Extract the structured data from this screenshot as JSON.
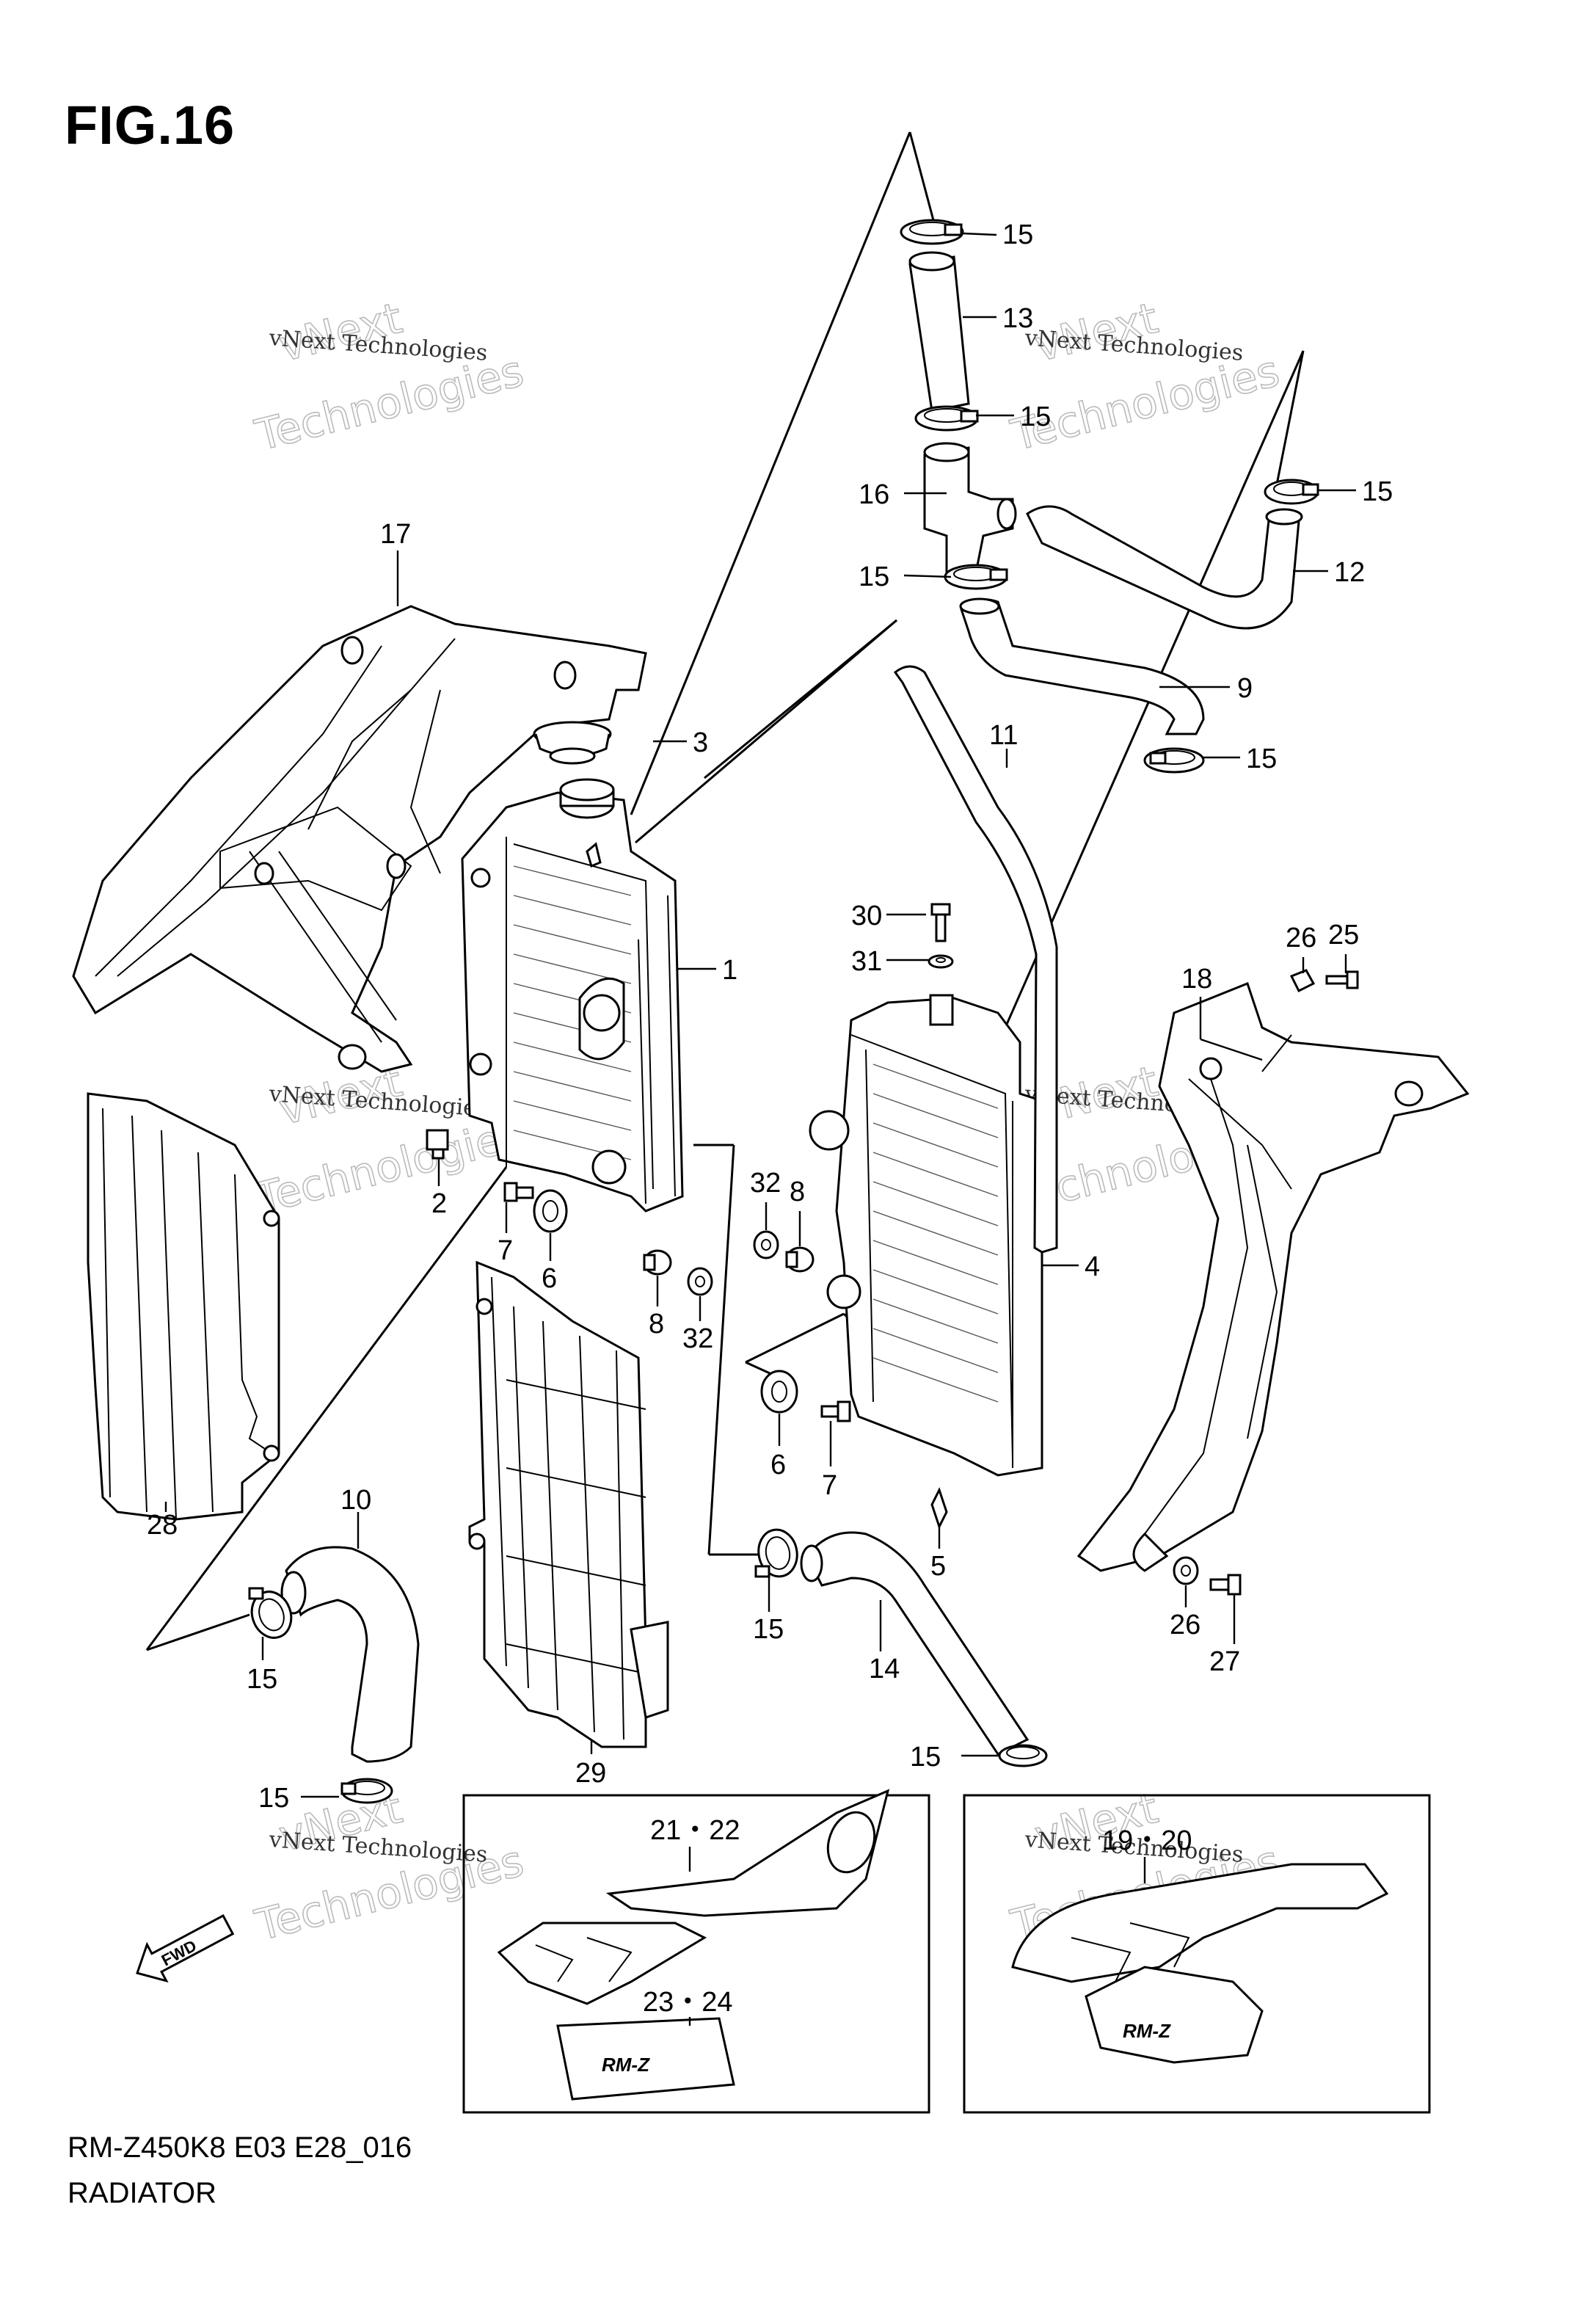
{
  "header": {
    "title": "FIG.16"
  },
  "footer": {
    "code": "RM-Z450K8 E03 E28_016",
    "name": "RADIATOR"
  },
  "watermark": {
    "line1": "vNext Technologies",
    "line2": "vNext",
    "line3": "Technologies"
  },
  "fwd_label": "FWD",
  "decal_text": "RM-Z",
  "callouts": [
    {
      "id": "c15a",
      "text": "15"
    },
    {
      "id": "c13",
      "text": "13"
    },
    {
      "id": "c15b",
      "text": "15"
    },
    {
      "id": "c16",
      "text": "16"
    },
    {
      "id": "c15c",
      "text": "15"
    },
    {
      "id": "c15d",
      "text": "15"
    },
    {
      "id": "c12",
      "text": "12"
    },
    {
      "id": "c9",
      "text": "9"
    },
    {
      "id": "c15e",
      "text": "15"
    },
    {
      "id": "c11",
      "text": "11"
    },
    {
      "id": "c3",
      "text": "3"
    },
    {
      "id": "c17",
      "text": "17"
    },
    {
      "id": "c1",
      "text": "1"
    },
    {
      "id": "c30",
      "text": "30"
    },
    {
      "id": "c31",
      "text": "31"
    },
    {
      "id": "c26a",
      "text": "26"
    },
    {
      "id": "c25",
      "text": "25"
    },
    {
      "id": "c18",
      "text": "18"
    },
    {
      "id": "c2",
      "text": "2"
    },
    {
      "id": "c7a",
      "text": "7"
    },
    {
      "id": "c6a",
      "text": "6"
    },
    {
      "id": "c8a",
      "text": "8"
    },
    {
      "id": "c32a",
      "text": "32"
    },
    {
      "id": "c32b",
      "text": "32"
    },
    {
      "id": "c8b",
      "text": "8"
    },
    {
      "id": "c4",
      "text": "4"
    },
    {
      "id": "c28",
      "text": "28"
    },
    {
      "id": "c6b",
      "text": "6"
    },
    {
      "id": "c7b",
      "text": "7"
    },
    {
      "id": "c5",
      "text": "5"
    },
    {
      "id": "c10",
      "text": "10"
    },
    {
      "id": "c15f",
      "text": "15"
    },
    {
      "id": "c15g",
      "text": "15"
    },
    {
      "id": "c14",
      "text": "14"
    },
    {
      "id": "c26b",
      "text": "26"
    },
    {
      "id": "c27",
      "text": "27"
    },
    {
      "id": "c15h",
      "text": "15"
    },
    {
      "id": "c29",
      "text": "29"
    },
    {
      "id": "c15i",
      "text": "15"
    },
    {
      "id": "c2122",
      "text": "21・22"
    },
    {
      "id": "c2324",
      "text": "23・24"
    },
    {
      "id": "c1920",
      "text": "19・20"
    }
  ]
}
